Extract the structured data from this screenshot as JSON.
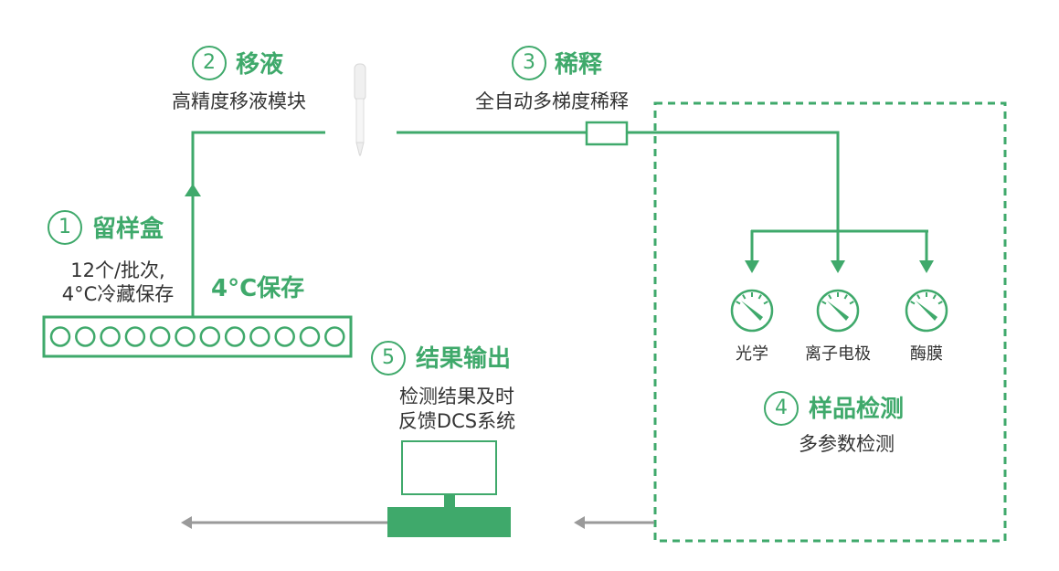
{
  "colors": {
    "accent": "#3fa96b",
    "arrow_gray": "#9a9a9a",
    "text": "#333333"
  },
  "step1": {
    "num": "1",
    "title": "留样盒",
    "line1": "12个/批次,",
    "line2": "4°C冷藏保存",
    "note": "4°C保存"
  },
  "step2": {
    "num": "2",
    "title": "移液",
    "sub": "高精度移液模块"
  },
  "step3": {
    "num": "3",
    "title": "稀释",
    "sub": "全自动多梯度稀释"
  },
  "step4": {
    "num": "4",
    "title": "样品检测",
    "sub": "多参数检测",
    "sensors": [
      {
        "label": "光学"
      },
      {
        "label": "离子电极"
      },
      {
        "label": "酶膜"
      }
    ]
  },
  "step5": {
    "num": "5",
    "title": "结果输出",
    "line1": "检测结果及时",
    "line2": "反馈DCS系统"
  },
  "sample_box": {
    "slot_count": 12
  },
  "icons": [
    "pipette-icon",
    "gauge-icon",
    "monitor-icon",
    "arrow-up-icon",
    "arrow-down-icon",
    "arrow-left-icon"
  ]
}
